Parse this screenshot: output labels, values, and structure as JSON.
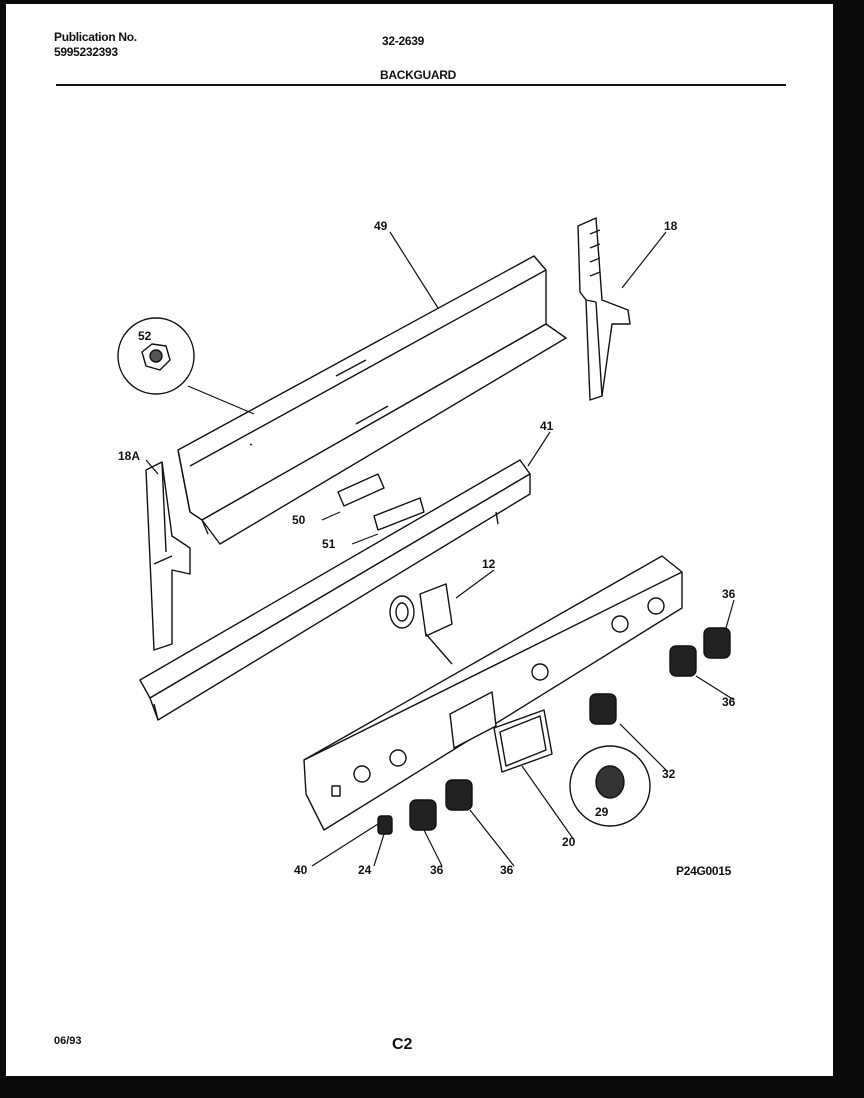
{
  "header": {
    "publication_label": "Publication No.",
    "publication_number": "5995232393",
    "model": "32-2639",
    "section": "BACKGUARD"
  },
  "diagram": {
    "part_callouts": [
      "49",
      "18",
      "52",
      "18A",
      "41",
      "50",
      "51",
      "12",
      "36",
      "36",
      "32",
      "29",
      "20",
      "40",
      "24",
      "36",
      "36"
    ],
    "figure_id": "P24G0015"
  },
  "footer": {
    "date": "06/93",
    "page_code": "C2"
  }
}
